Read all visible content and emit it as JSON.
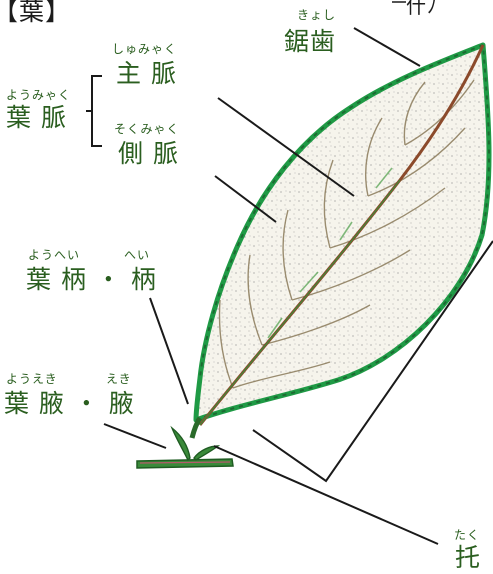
{
  "header": {
    "bracket_title": "【葉】",
    "top_right_fragment": "什ﾉ"
  },
  "labels": {
    "kyoshi": {
      "ruby": "きょし",
      "text": "鋸歯"
    },
    "shumyaku": {
      "ruby": "しゅみゃく",
      "text": "主 脈"
    },
    "yomyaku": {
      "ruby": "ようみゃく",
      "text": "葉 脈"
    },
    "sokumyaku": {
      "ruby": "そくみゃく",
      "text": "側 脈"
    },
    "yohei": {
      "ruby": "ようへい",
      "ruby2": "へい",
      "text": "葉 柄 ・ 柄"
    },
    "yoeki": {
      "ruby": "ようえき",
      "ruby2": "えき",
      "text": "葉 腋 ・ 腋"
    },
    "taku": {
      "ruby": "たく",
      "text": "托"
    }
  },
  "colors": {
    "text_green": "#2a5e1f",
    "leaf_edge": "#1f9a45",
    "leaf_edge_dark": "#1c6b32",
    "midrib": "#8b4a2b",
    "leader": "#1a1a1a"
  }
}
